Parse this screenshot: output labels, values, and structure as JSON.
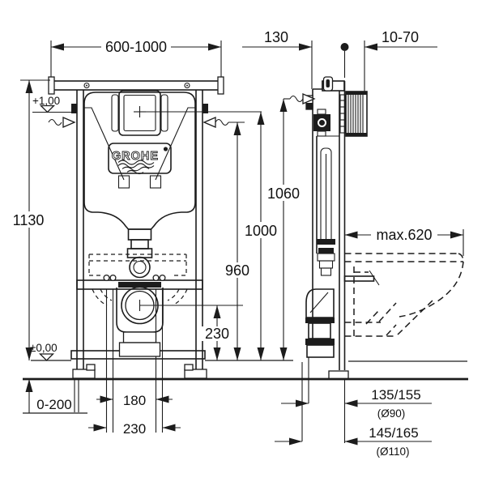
{
  "brand": {
    "logo_text": "GROHE"
  },
  "dimensions": {
    "width_range": "600-1000",
    "frame_depth": "130",
    "wall_mount_range": "10-70",
    "frame_height": "1130",
    "level_upper": "+1,00",
    "level_floor": "±0,00",
    "foot_adjust_range": "0-200",
    "bolt_spacing_inner": "180",
    "bolt_spacing_outer": "230",
    "top_fixing_height": "1060",
    "flush_plate_height": "1000",
    "water_inlet_height": "960",
    "drain_center_height": "230",
    "pan_depth_max": "max.620",
    "outlet_small_offset": "135/155",
    "outlet_small_dia": "(Ø90)",
    "outlet_large_offset": "145/165",
    "outlet_large_dia": "(Ø110)"
  }
}
